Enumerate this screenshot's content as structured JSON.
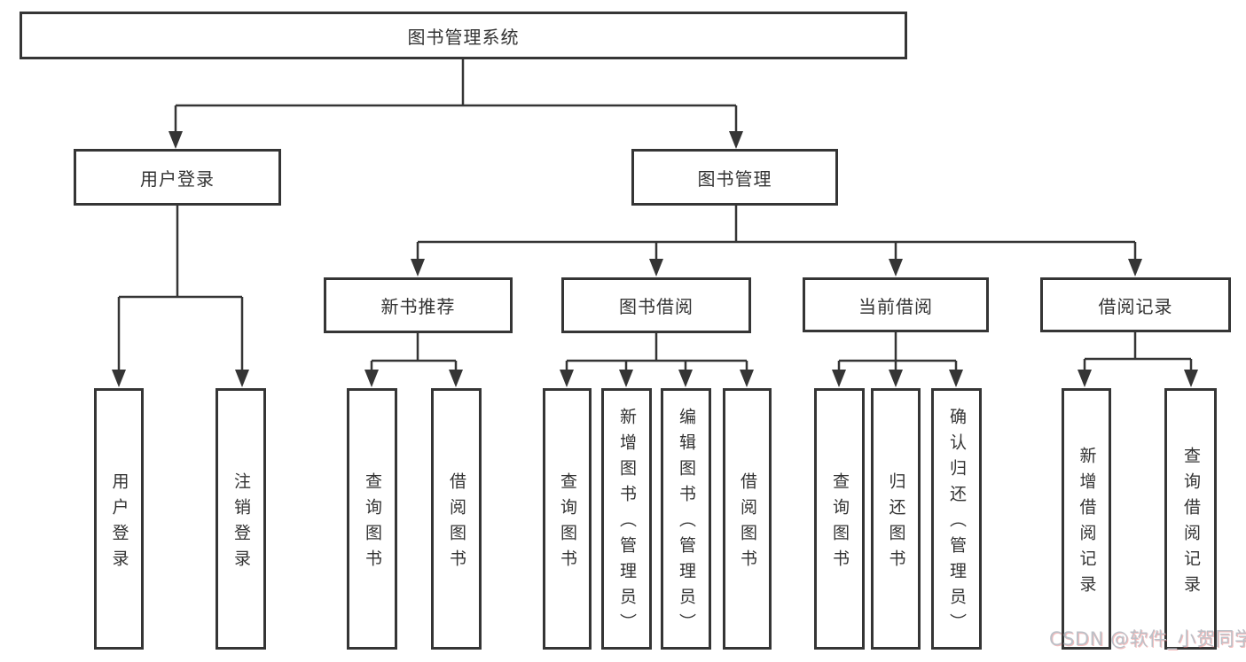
{
  "diagram": {
    "type": "hierarchy-tree",
    "root": {
      "label": "图书管理系统"
    },
    "level2": [
      {
        "label": "用户登录"
      },
      {
        "label": "图书管理"
      }
    ],
    "level3": [
      {
        "label": "新书推荐",
        "parent": "图书管理"
      },
      {
        "label": "图书借阅",
        "parent": "图书管理"
      },
      {
        "label": "当前借阅",
        "parent": "图书管理"
      },
      {
        "label": "借阅记录",
        "parent": "图书管理"
      }
    ],
    "leaves": [
      {
        "label": "用户登录",
        "parent": "用户登录"
      },
      {
        "label": "注销登录",
        "parent": "用户登录"
      },
      {
        "label": "查询图书",
        "parent": "新书推荐"
      },
      {
        "label": "借阅图书",
        "parent": "新书推荐"
      },
      {
        "label": "查询图书",
        "parent": "图书借阅"
      },
      {
        "label": "新增图书（管理员）",
        "parent": "图书借阅"
      },
      {
        "label": "编辑图书（管理员）",
        "parent": "图书借阅"
      },
      {
        "label": "借阅图书",
        "parent": "图书借阅"
      },
      {
        "label": "查询图书",
        "parent": "当前借阅"
      },
      {
        "label": "归还图书",
        "parent": "当前借阅"
      },
      {
        "label": "确认归还（管理员）",
        "parent": "当前借阅"
      },
      {
        "label": "新增借阅记录",
        "parent": "借阅记录"
      },
      {
        "label": "查询借阅记录",
        "parent": "借阅记录"
      }
    ]
  },
  "watermark": {
    "text": "CSDN @软件_小贺同学"
  },
  "colors": {
    "line": "#353535",
    "box_background": "#ffffff",
    "text": "#333333",
    "watermark_text": "#bcc0c7"
  }
}
